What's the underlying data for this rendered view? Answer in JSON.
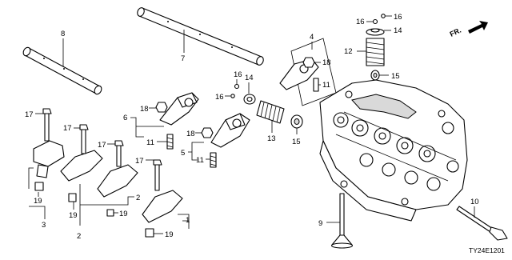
{
  "diagram": {
    "code": "TY24E1201",
    "direction_label": "FR.",
    "labels": {
      "l1": "1",
      "l2": "2",
      "l3": "3",
      "l4": "4",
      "l5": "5",
      "l6": "6",
      "l7": "7",
      "l8": "8",
      "l9": "9",
      "l10": "10",
      "l11": "11",
      "l12": "12",
      "l13": "13",
      "l14": "14",
      "l15": "15",
      "l16": "16",
      "l17": "17",
      "l18": "18",
      "l19": "19"
    }
  }
}
